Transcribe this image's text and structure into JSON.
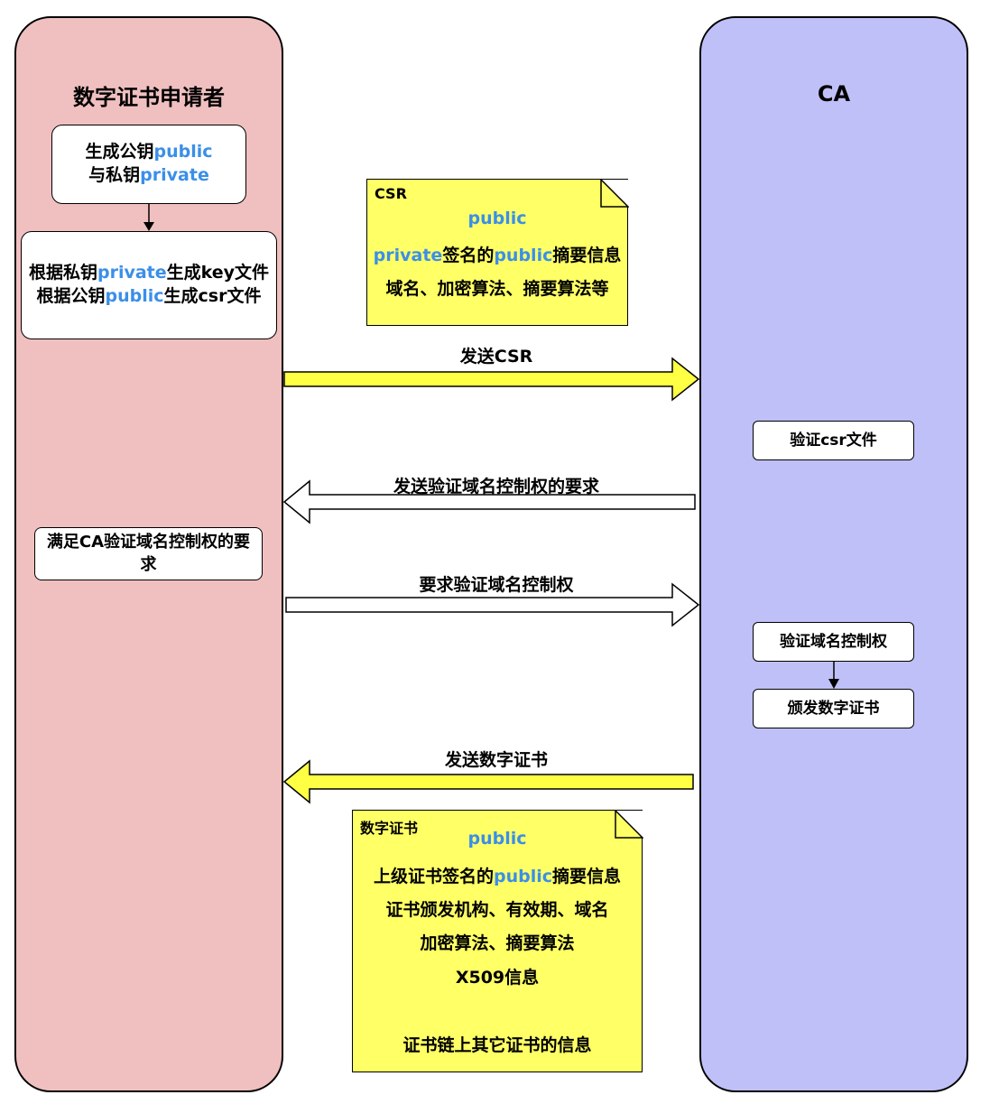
{
  "lanes": {
    "applicant_title": "数字证书申请者",
    "ca_title": "CA"
  },
  "applicant": {
    "box1_line1_a": "生成公钥",
    "box1_line1_b": "public",
    "box1_line2_a": "与私钥",
    "box1_line2_b": "private",
    "box2_line1_a": "根据私钥",
    "box2_line1_b": "private",
    "box2_line1_c": "生成key文件",
    "box2_line2_a": "根据公钥",
    "box2_line2_b": "public",
    "box2_line2_c": "生成csr文件",
    "box3_text": "满足CA验证域名控制权的要求"
  },
  "ca": {
    "verify_csr": "验证csr文件",
    "verify_domain": "验证域名控制权",
    "issue_cert": "颁发数字证书"
  },
  "arrows": {
    "send_csr": "发送CSR",
    "request_domain_verify": "发送验证域名控制权的要求",
    "require_verify": "要求验证域名控制权",
    "send_cert": "发送数字证书"
  },
  "csr_note": {
    "title": "CSR",
    "line1": "public",
    "line2_a": "private",
    "line2_b": "签名的",
    "line2_c": "public",
    "line2_d": "摘要信息",
    "line3": "域名、加密算法、摘要算法等"
  },
  "cert_note": {
    "title": "数字证书",
    "line1": "public",
    "line2_a": "上级证书签名的",
    "line2_b": "public",
    "line2_c": "摘要信息",
    "line3": "证书颁发机构、有效期、域名",
    "line4": "加密算法、摘要算法",
    "line5": "X509信息",
    "line6": "证书链上其它证书的信息"
  },
  "colors": {
    "applicant_lane": "#f0c0c0",
    "ca_lane": "#c0c0f8",
    "note": "#ffff66",
    "highlight": "#3b8fe8",
    "yellow_arrow": "#ffff44"
  }
}
